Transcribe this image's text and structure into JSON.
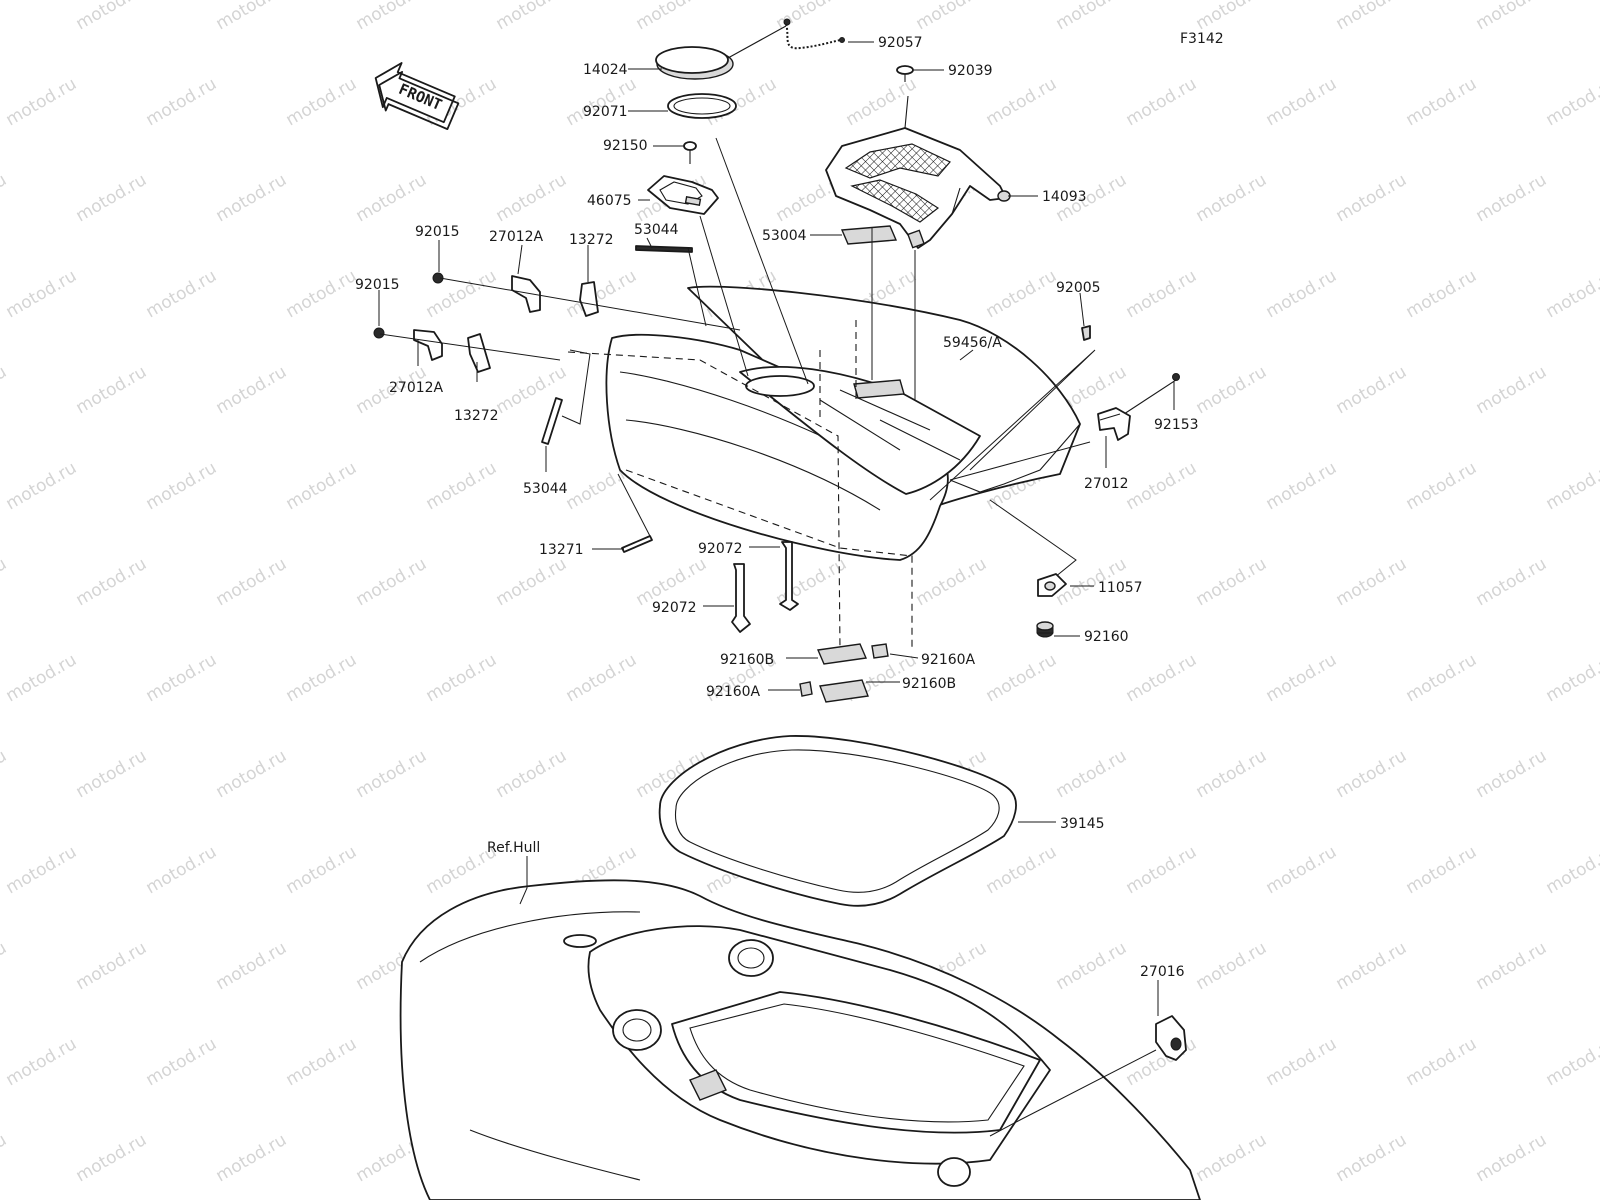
{
  "figure_code": "F3142",
  "watermark_text": "motod.ru",
  "front_arrow_text": "FRONT",
  "ref_label": "Ref.Hull",
  "parts": [
    {
      "id": "p-14024",
      "label": "14024"
    },
    {
      "id": "p-92057",
      "label": "92057"
    },
    {
      "id": "p-92039",
      "label": "92039"
    },
    {
      "id": "p-92071",
      "label": "92071"
    },
    {
      "id": "p-92150",
      "label": "92150"
    },
    {
      "id": "p-46075",
      "label": "46075"
    },
    {
      "id": "p-14093",
      "label": "14093"
    },
    {
      "id": "p-53044-top",
      "label": "53044"
    },
    {
      "id": "p-53004",
      "label": "53004"
    },
    {
      "id": "p-92015-top",
      "label": "92015"
    },
    {
      "id": "p-27012A-top",
      "label": "27012A"
    },
    {
      "id": "p-13272-top",
      "label": "13272"
    },
    {
      "id": "p-92015-left",
      "label": "92015"
    },
    {
      "id": "p-92005",
      "label": "92005"
    },
    {
      "id": "p-59456A",
      "label": "59456/A"
    },
    {
      "id": "p-27012A-bottom",
      "label": "27012A"
    },
    {
      "id": "p-13272-bottom",
      "label": "13272"
    },
    {
      "id": "p-92153",
      "label": "92153"
    },
    {
      "id": "p-27012",
      "label": "27012"
    },
    {
      "id": "p-53044-bottom",
      "label": "53044"
    },
    {
      "id": "p-13271",
      "label": "13271"
    },
    {
      "id": "p-92072-right",
      "label": "92072"
    },
    {
      "id": "p-11057",
      "label": "11057"
    },
    {
      "id": "p-92072-left",
      "label": "92072"
    },
    {
      "id": "p-92160",
      "label": "92160"
    },
    {
      "id": "p-92160B-left",
      "label": "92160B"
    },
    {
      "id": "p-92160A-right",
      "label": "92160A"
    },
    {
      "id": "p-92160A-left",
      "label": "92160A"
    },
    {
      "id": "p-92160B-right",
      "label": "92160B"
    },
    {
      "id": "p-39145",
      "label": "39145"
    },
    {
      "id": "p-27016",
      "label": "27016"
    }
  ]
}
